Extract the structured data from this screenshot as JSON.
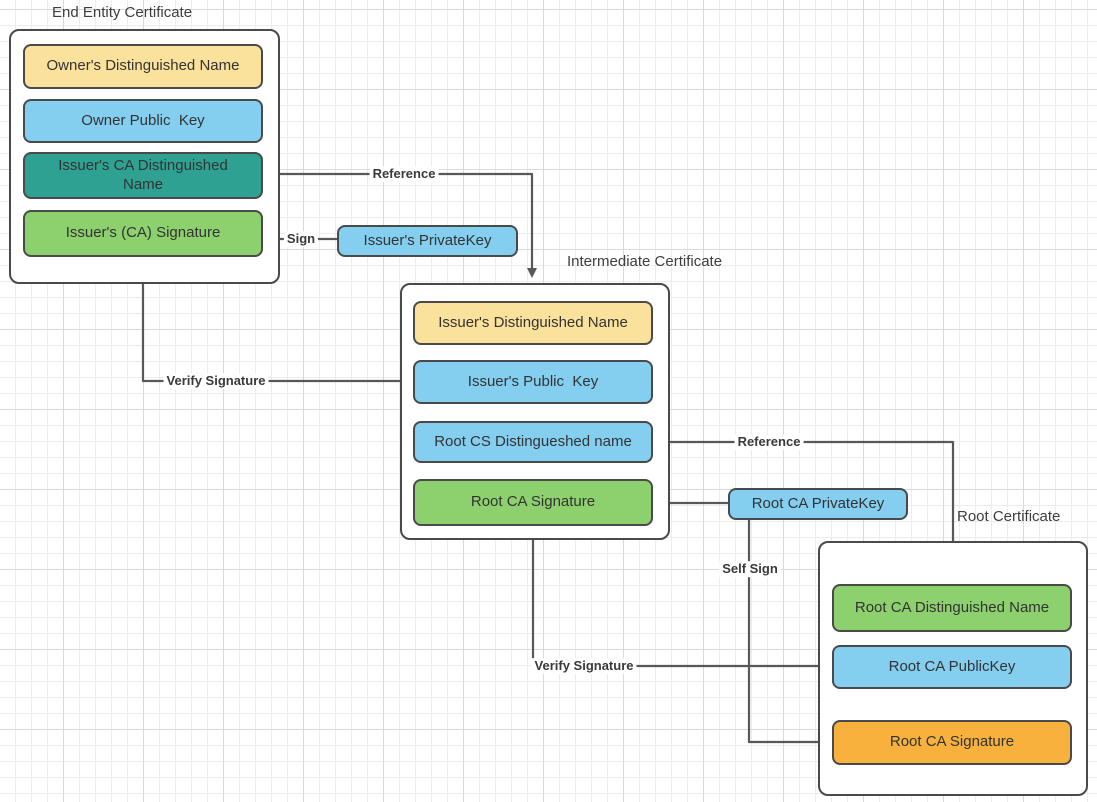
{
  "diagram": {
    "palette": {
      "yellow": "#FAE29C",
      "blue": "#84CEF0",
      "teal": "#2FA192",
      "green": "#8DD06E",
      "orange": "#F7B13C",
      "box_border": "#4A4A4A",
      "connector": "#585858",
      "label_text": "#3A3A3A",
      "grid_minor": "#ECECEC",
      "grid_major": "#D9D9D9",
      "background": "#FFFFFF"
    },
    "groups": [
      {
        "title": "End Entity Certificate",
        "fields": [
          {
            "label": "Owner's Distinguished Name",
            "color": "yellow"
          },
          {
            "label": "Owner Public  Key",
            "color": "blue"
          },
          {
            "label": "Issuer's CA Distinguished\nName",
            "color": "teal"
          },
          {
            "label": "Issuer's (CA) Signature",
            "color": "green"
          }
        ]
      },
      {
        "title": "Intermediate Certificate",
        "fields": [
          {
            "label": "Issuer's Distinguished Name",
            "color": "yellow"
          },
          {
            "label": "Issuer's Public  Key",
            "color": "blue"
          },
          {
            "label": "Root CS Distingueshed name",
            "color": "blue"
          },
          {
            "label": "Root CA Signature",
            "color": "green"
          }
        ]
      },
      {
        "title": "Root Certificate",
        "fields": [
          {
            "label": "Root CA Distinguished Name",
            "color": "green"
          },
          {
            "label": "Root CA PublicKey",
            "color": "blue"
          },
          {
            "label": "Root CA Signature",
            "color": "orange"
          }
        ]
      }
    ],
    "keys": [
      {
        "label": "Issuer's PrivateKey",
        "color": "blue"
      },
      {
        "label": "Root CA PrivateKey",
        "color": "blue"
      }
    ],
    "edge_labels": {
      "reference1": "Reference",
      "sign": "Sign",
      "verify1": "Verify Signature",
      "reference2": "Reference",
      "self_sign": "Self Sign",
      "verify2": "Verify Signature"
    }
  }
}
